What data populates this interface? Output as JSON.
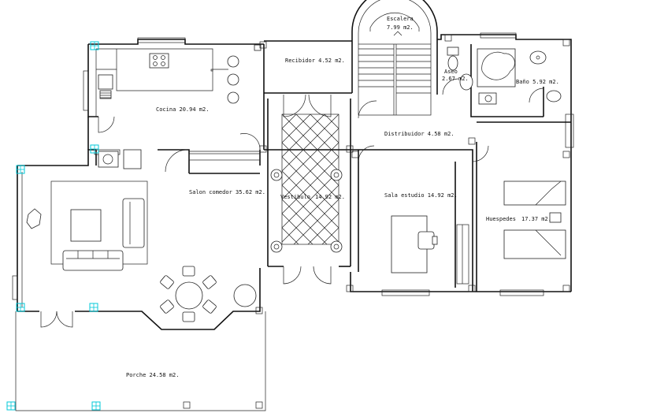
{
  "rooms": {
    "escalera": {
      "name": "Escalera",
      "area": "7.99 m2."
    },
    "recibidor": {
      "label": "Recibidor  4.52 m2."
    },
    "aseo": {
      "name": "Aseo",
      "area": "2.67 m2."
    },
    "bano": {
      "label": "Baño  5.92 m2."
    },
    "cocina": {
      "label": "Cocina  20.94 m2."
    },
    "distribuidor": {
      "label": "Distribuidor  4.58 m2."
    },
    "salon": {
      "label": "Salon comedor  35.62 m2."
    },
    "vestibulo": {
      "name": "Vestibulo",
      "area": "14.92 m2."
    },
    "sala": {
      "label": "Sala estudio  14.92 m2."
    },
    "huespedes": {
      "name": "Huespedes",
      "area": "17.37 m2."
    },
    "porche": {
      "label": "Porche  24.58 m2."
    }
  },
  "colors": {
    "walls": "#111111",
    "markers": "#00c8d8",
    "background": "#ffffff"
  }
}
